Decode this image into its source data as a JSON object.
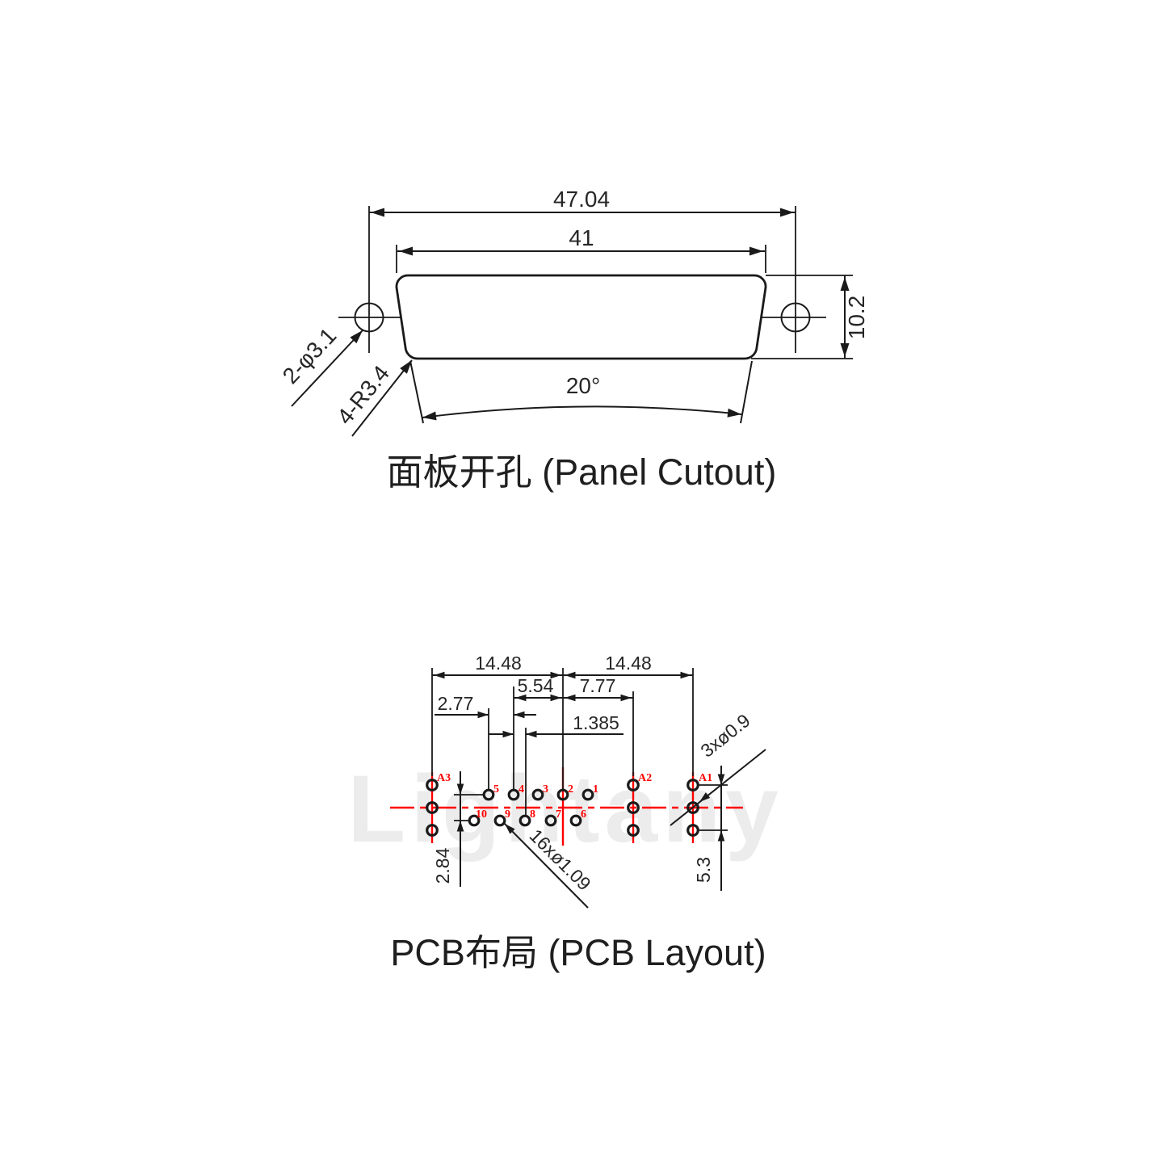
{
  "panel": {
    "title": "面板开孔 (Panel Cutout)",
    "dims": {
      "hole_span": "47.04",
      "cutout_width": "41",
      "cutout_height": "10.2",
      "side_angle": "20°",
      "mount_holes": "2-φ3.1",
      "corner_radius": "4-R3.4"
    }
  },
  "pcb": {
    "title": "PCB布局 (PCB Layout)",
    "dims": {
      "span_left": "14.48",
      "span_right": "14.48",
      "center_to_pin4": "5.54",
      "center_to_a2": "7.77",
      "pin_pitch": "2.77",
      "row_offset": "1.385",
      "row_spacing": "2.84",
      "coax_hole_span": "5.3",
      "signal_holes": "16xø1.09",
      "coax_holes": "3xø0.9"
    },
    "pins_top": [
      "5",
      "4",
      "3",
      "2",
      "1"
    ],
    "pins_bottom": [
      "10",
      "9",
      "8",
      "7",
      "6"
    ],
    "coax_labels": [
      "A3",
      "A2",
      "A1"
    ]
  },
  "watermark": "Lightany",
  "colors": {
    "line": "#1a1a1a",
    "accent_red": "#ff0000",
    "dim_text": "#262626",
    "watermark": "#ececec"
  }
}
